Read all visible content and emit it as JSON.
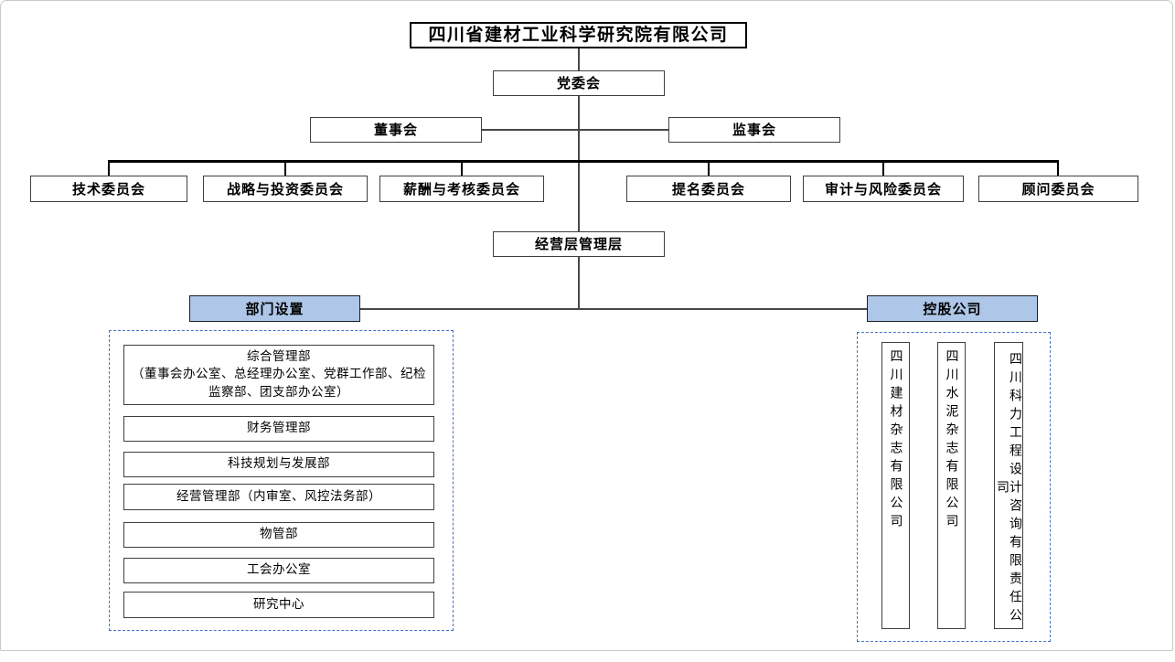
{
  "org": {
    "title": "四川省建材工业科学研究院有限公司",
    "party_committee": "党委会",
    "board": "董事会",
    "supervisory_board": "监事会",
    "committees": [
      "技术委员会",
      "战略与投资委员会",
      "薪酬与考核委员会",
      "提名委员会",
      "审计与风险委员会",
      "顾问委员会"
    ],
    "management": "经营层管理层",
    "departments_header": "部门设置",
    "departments": [
      {
        "name": "综合管理部",
        "detail": "（董事会办公室、总经理办公室、党群工作部、纪检监察部、团支部办公室）"
      },
      {
        "name": "财务管理部"
      },
      {
        "name": "科技规划与发展部"
      },
      {
        "name": "经营管理部（内审室、风控法务部）"
      },
      {
        "name": "物管部"
      },
      {
        "name": "工会办公室"
      },
      {
        "name": "研究中心"
      }
    ],
    "holdings_header": "控股公司",
    "holdings": [
      "四川建材杂志有限公司",
      "四川水泥杂志有限公司",
      "四川科力工程设计咨询有限责任公司"
    ]
  },
  "colors": {
    "header_fill": "#AEC6E8",
    "dashed_border": "#4472C4",
    "connector": "#000000"
  }
}
